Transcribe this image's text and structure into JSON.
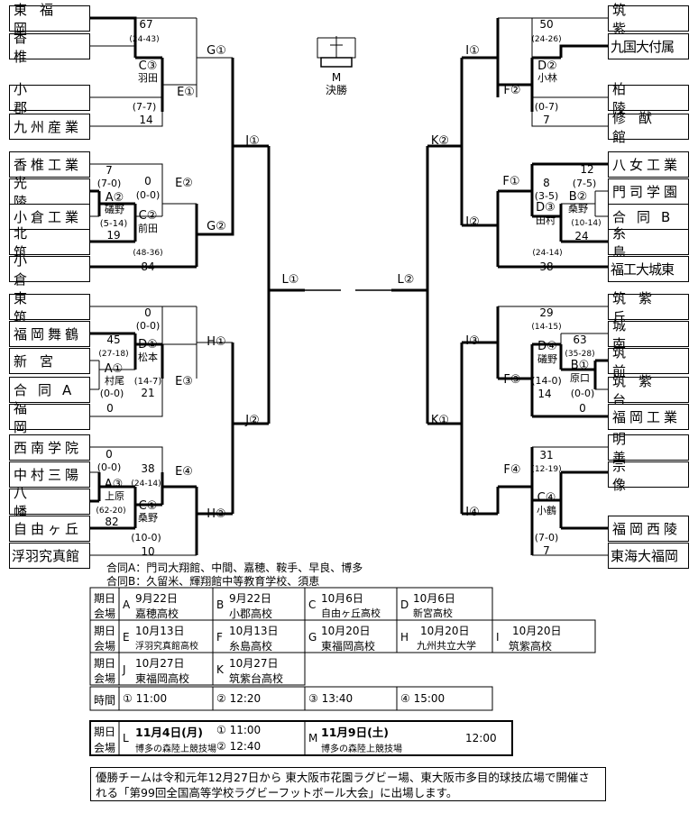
{
  "teams_left": [
    "東福岡",
    "香椎",
    "小郡",
    "九州産業",
    "香椎工業",
    "光陵",
    "小倉工業",
    "北筑",
    "小倉",
    "東筑",
    "福岡舞鶴",
    "新宮",
    "合同A",
    "福岡",
    "西南学院",
    "中村三陽",
    "八幡",
    "自由ヶ丘",
    "浮羽究真館"
  ],
  "teams_right": [
    "筑紫",
    "九国大付属",
    "柏陵",
    "修猷館",
    "八女工業",
    "門司学園",
    "合同B",
    "糸島",
    "福工大城東",
    "筑紫丘",
    "城南",
    "筑前",
    "筑紫台",
    "福岡工業",
    "明善",
    "宗像",
    "福岡西陵",
    "東海大福岡"
  ],
  "bracket": {
    "final": {
      "code": "M",
      "label": "決勝"
    },
    "round_labels": {
      "G1": "G①",
      "E1": "E①",
      "C3": "C③",
      "E2": "E②",
      "G2": "G②",
      "A2": "A②",
      "C2": "C②",
      "J1": "J①",
      "J2": "J②",
      "H1": "H①",
      "H2": "H②",
      "D1": "D①",
      "E3": "E③",
      "A1": "A①",
      "E4": "E④",
      "A3": "A③",
      "C1": "C①",
      "L1": "L①",
      "L2": "L②",
      "I1": "I①",
      "F2": "F②",
      "D2": "D②",
      "K2": "K②",
      "F1": "F①",
      "D3": "D③",
      "B2": "B②",
      "I2": "I②",
      "I3": "I③",
      "F3": "F③",
      "D4": "D④",
      "B1": "B①",
      "K1": "K①",
      "F4": "F④",
      "C4": "C④",
      "I4": "I④"
    },
    "referees": {
      "C3": "羽田",
      "A2": "礒野",
      "C2": "前田",
      "D1": "松本",
      "A1": "村尾",
      "A3": "上原",
      "C1": "桑野",
      "D2": "小林",
      "D3": "田村",
      "B2": "桑野",
      "D4": "礒野",
      "B1": "原口",
      "C4": "小鶴"
    },
    "scores": {
      "s1": "67",
      "s2": "(24-43)",
      "s3": "(7-7)",
      "s4": "14",
      "s5": "7",
      "s6": "(7-0)",
      "s7": "0",
      "s8": "(0-0)",
      "s9": "(5-14)",
      "s10": "19",
      "s11": "(48-36)",
      "s12": "84",
      "s13": "0",
      "s14": "(0-0)",
      "s15": "45",
      "s16": "(27-18)",
      "s17": "(14-7)",
      "s18": "(0-0)",
      "s19": "21",
      "s20": "0",
      "s21": "0",
      "s22": "(0-0)",
      "s23": "38",
      "s24": "(24-14)",
      "s25": "(62-20)",
      "s26": "82",
      "s27": "(10-0)",
      "s28": "10",
      "r1": "50",
      "r2": "(24-26)",
      "r3": "(0-7)",
      "r4": "7",
      "r5": "12",
      "r6": "(7-5)",
      "r7": "8",
      "r8": "(3-5)",
      "r9": "(10-14)",
      "r10": "24",
      "r11": "(24-14)",
      "r12": "38",
      "r13": "29",
      "r14": "(14-15)",
      "r15": "63",
      "r16": "(35-28)",
      "r17": "(14-0)",
      "r18": "14",
      "r19": "(0-0)",
      "r20": "0",
      "r21": "31",
      "r22": "(12-19)",
      "r23": "(7-0)",
      "r24": "7"
    }
  },
  "notes": {
    "gA": "合同A：門司大翔館、中間、嘉穂、鞍手、早良、博多",
    "gB": "合同B：久留米、輝翔館中等教育学校、須恵"
  },
  "schedule": {
    "hdr_date": "期日",
    "hdr_venue": "会場",
    "hdr_time": "時間",
    "A": {
      "code": "A",
      "date": "9月22日",
      "venue": "嘉穂高校"
    },
    "B": {
      "code": "B",
      "date": "9月22日",
      "venue": "小郡高校"
    },
    "C": {
      "code": "C",
      "date": "10月6日",
      "venue": "自由ヶ丘高校"
    },
    "D": {
      "code": "D",
      "date": "10月6日",
      "venue": "新宮高校"
    },
    "E": {
      "code": "E",
      "date": "10月13日",
      "venue": "浮羽究真館高校"
    },
    "F": {
      "code": "F",
      "date": "10月13日",
      "venue": "糸島高校"
    },
    "G": {
      "code": "G",
      "date": "10月20日",
      "venue": "東福岡高校"
    },
    "H": {
      "code": "H",
      "date": "10月20日",
      "venue": "九州共立大学"
    },
    "I": {
      "code": "I",
      "date": "10月20日",
      "venue": "筑紫高校"
    },
    "J": {
      "code": "J",
      "date": "10月27日",
      "venue": "東福岡高校"
    },
    "K": {
      "code": "K",
      "date": "10月27日",
      "venue": "筑紫台高校"
    },
    "times": [
      "① 11:00",
      "② 12:20",
      "③ 13:40",
      "④ 15:00"
    ]
  },
  "finals_schedule": {
    "L": {
      "code": "L",
      "date": "11月4日(月)",
      "venue": "博多の森陸上競技場",
      "t1": "① 11:00",
      "t2": "② 12:40"
    },
    "M": {
      "code": "M",
      "date": "11月9日(土)",
      "venue": "博多の森陸上競技場",
      "t1": "12:00"
    }
  },
  "footer_note": "優勝チームは令和元年12月27日から 東大阪市花園ラグビー場、東大阪市多目的球技広場で開催される「第99回全国高等学校ラグビーフットボール大会」に出場します。"
}
